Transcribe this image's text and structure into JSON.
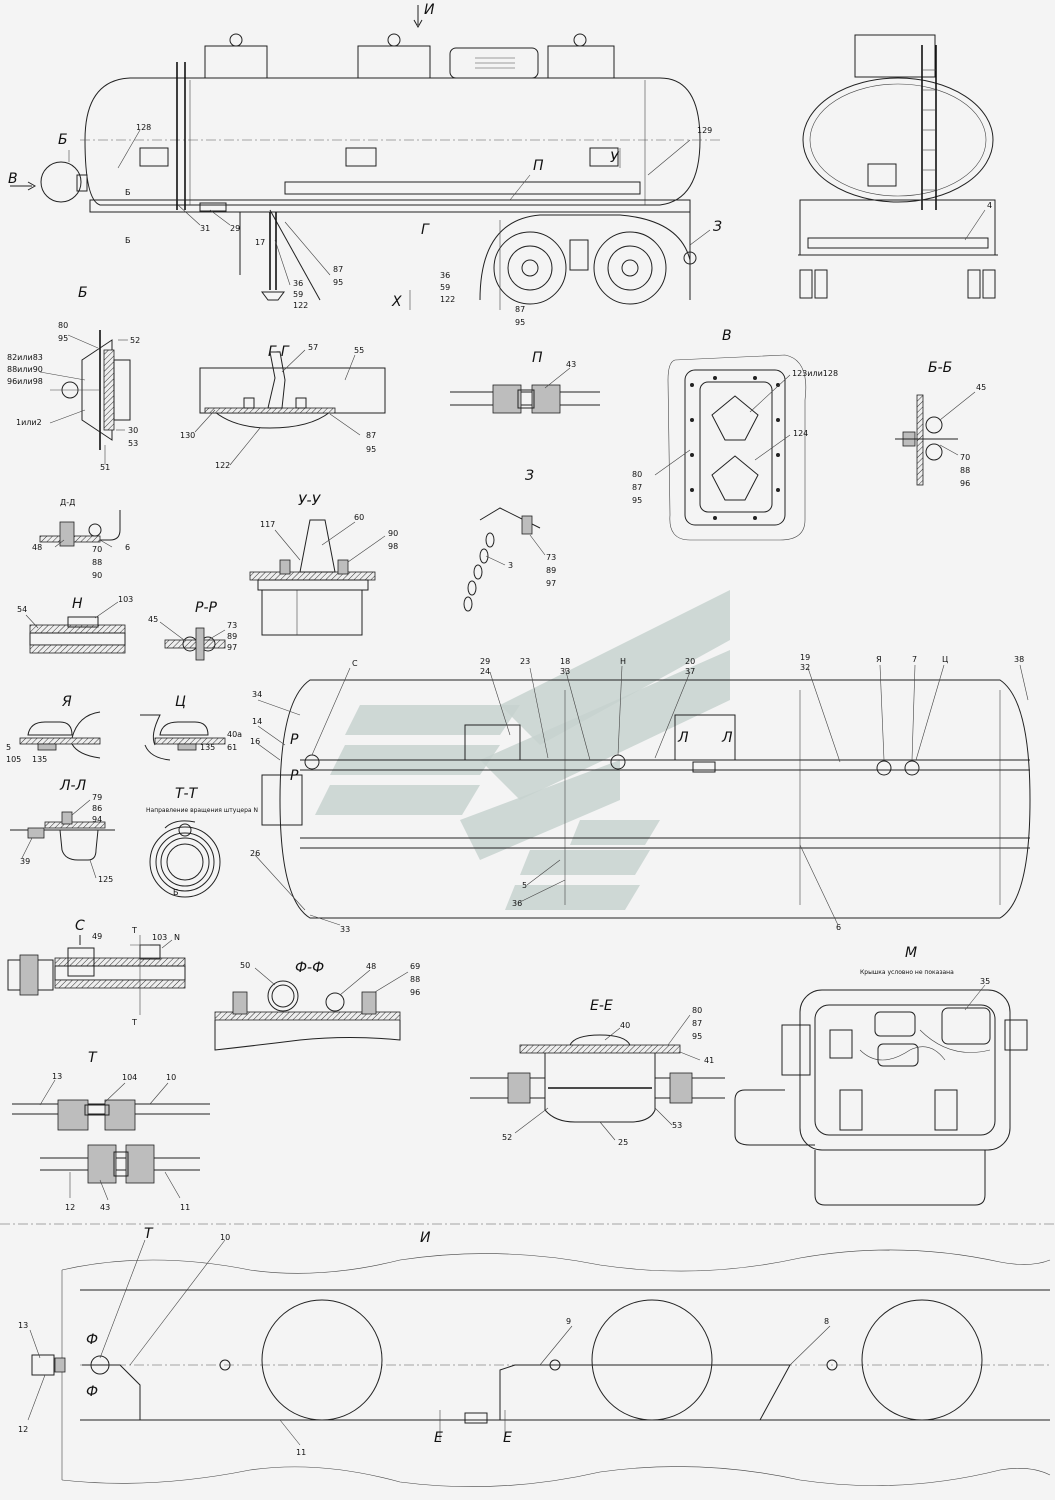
{
  "sections": {
    "B": {
      "title": "Б",
      "callouts": [
        "80",
        "95",
        "52",
        "82или83",
        "88или90",
        "96или98",
        "1или2",
        "30",
        "53",
        "51"
      ]
    },
    "GG": {
      "title": "Г-Г",
      "callouts": [
        "57",
        "55",
        "130",
        "122",
        "87",
        "95"
      ]
    },
    "P": {
      "title": "П",
      "callouts": [
        "43"
      ]
    },
    "V": {
      "title": "В",
      "callouts": [
        "123или128",
        "124",
        "80",
        "87",
        "95"
      ]
    },
    "BB": {
      "title": "Б-Б",
      "callouts": [
        "45",
        "70",
        "88",
        "96"
      ]
    },
    "DD": {
      "title": "Д-Д",
      "callouts": [
        "48",
        "70",
        "88",
        "90",
        "6"
      ]
    },
    "UU": {
      "title": "У-У",
      "callouts": [
        "117",
        "60",
        "90",
        "98"
      ]
    },
    "Z": {
      "title": "З",
      "callouts": [
        "3",
        "73",
        "89",
        "97"
      ]
    },
    "N": {
      "title": "Н",
      "callouts": [
        "54",
        "103"
      ]
    },
    "RR": {
      "title": "Р-Р",
      "callouts": [
        "45",
        "73",
        "89",
        "97"
      ]
    },
    "Ya": {
      "title": "Я",
      "callouts": [
        "5",
        "105",
        "135"
      ]
    },
    "Ts": {
      "title": "Ц",
      "callouts": [
        "40а",
        "135",
        "61"
      ]
    },
    "LL": {
      "title": "Л-Л",
      "callouts": [
        "79",
        "86",
        "94",
        "39",
        "125"
      ]
    },
    "TT": {
      "title": "Т-Т",
      "note": "Направление вращения штуцера N",
      "callouts": [
        "Б"
      ]
    },
    "S": {
      "title": "С",
      "callouts": [
        "49",
        "Т",
        "103",
        "N",
        "Т"
      ]
    },
    "FF": {
      "title": "Ф-Ф",
      "callouts": [
        "50",
        "48",
        "69",
        "88",
        "96"
      ]
    },
    "EE": {
      "title": "Е-Е",
      "callouts": [
        "40",
        "80",
        "87",
        "95",
        "41",
        "52",
        "25",
        "53"
      ]
    },
    "M": {
      "title": "М",
      "note": "Крышка условно не показана",
      "callouts": [
        "35"
      ]
    },
    "T": {
      "title": "Т",
      "callouts": [
        "13",
        "104",
        "10",
        "12",
        "43",
        "11"
      ]
    },
    "I": {
      "title": "И",
      "callouts": [
        "Т",
        "10",
        "13",
        "Ф",
        "Ф",
        "9",
        "8",
        "12",
        "11",
        "Е",
        "Е"
      ]
    }
  },
  "side_view": {
    "arrow_labels": [
      "И",
      "В",
      "Б",
      "У",
      "П",
      "Г",
      "З",
      "Х"
    ],
    "callouts": [
      "128",
      "129",
      "Б",
      "Б",
      "31",
      "29",
      "17",
      "36",
      "59",
      "122",
      "87",
      "95",
      "36",
      "59",
      "122",
      "87",
      "95"
    ]
  },
  "rear_view": {
    "callouts": [
      "4"
    ]
  },
  "plan_view": {
    "callouts": [
      "С",
      "29",
      "24",
      "23",
      "18",
      "33",
      "Н",
      "20",
      "37",
      "19",
      "32",
      "Я",
      "7",
      "Ц",
      "38",
      "34",
      "14",
      "16",
      "Р",
      "Р",
      "Л",
      "Л",
      "26",
      "33",
      "5",
      "36",
      "6"
    ]
  },
  "colors": {
    "line": "#222222",
    "background": "#f4f4f4",
    "watermark": "#c7d2cf"
  }
}
